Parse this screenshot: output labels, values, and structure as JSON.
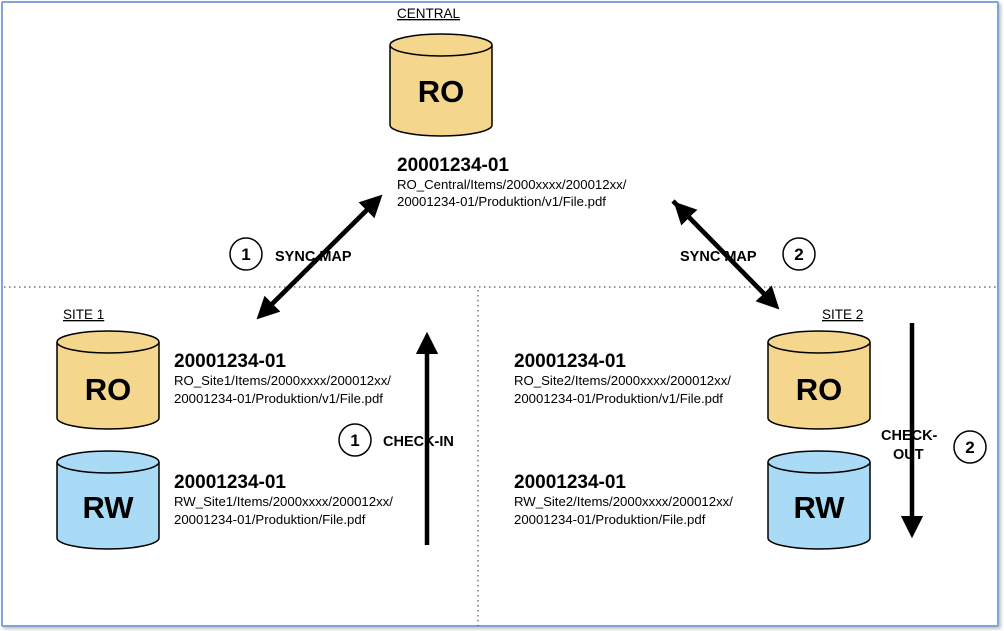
{
  "central": {
    "heading": "CENTRAL",
    "db": {
      "label": "RO",
      "color": "#f5d68d"
    },
    "item_id": "20001234-01",
    "path_line1": "RO_Central/Items/2000xxxx/200012xx/",
    "path_line2": "20001234-01/Produktion/v1/File.pdf"
  },
  "site1": {
    "heading": "SITE 1",
    "ro": {
      "label": "RO",
      "color": "#f5d68d",
      "item_id": "20001234-01",
      "path_line1": "RO_Site1/Items/2000xxxx/200012xx/",
      "path_line2": "20001234-01/Produktion/v1/File.pdf"
    },
    "rw": {
      "label": "RW",
      "color": "#a9dbf7",
      "item_id": "20001234-01",
      "path_line1": "RW_Site1/Items/2000xxxx/200012xx/",
      "path_line2": "20001234-01/Produktion/File.pdf"
    }
  },
  "site2": {
    "heading": "SITE 2",
    "ro": {
      "label": "RO",
      "color": "#f5d68d",
      "item_id": "20001234-01",
      "path_line1": "RO_Site2/Items/2000xxxx/200012xx/",
      "path_line2": "20001234-01/Produktion/v1/File.pdf"
    },
    "rw": {
      "label": "RW",
      "color": "#a9dbf7",
      "item_id": "20001234-01",
      "path_line1": "RW_Site2/Items/2000xxxx/200012xx/",
      "path_line2": "20001234-01/Produktion/File.pdf"
    }
  },
  "flows": {
    "sync_map_1": {
      "label": "SYNC MAP",
      "step": "1"
    },
    "sync_map_2": {
      "label": "SYNC MAP",
      "step": "2"
    },
    "check_in": {
      "label": "CHECK-IN",
      "step": "1"
    },
    "check_out": {
      "label_line1": "CHECK-",
      "label_line2": "OUT",
      "step": "2"
    }
  },
  "colors": {
    "ro_fill": "#f5d68d",
    "rw_fill": "#a9dbf7",
    "frame_border": "#7ba6d6"
  }
}
